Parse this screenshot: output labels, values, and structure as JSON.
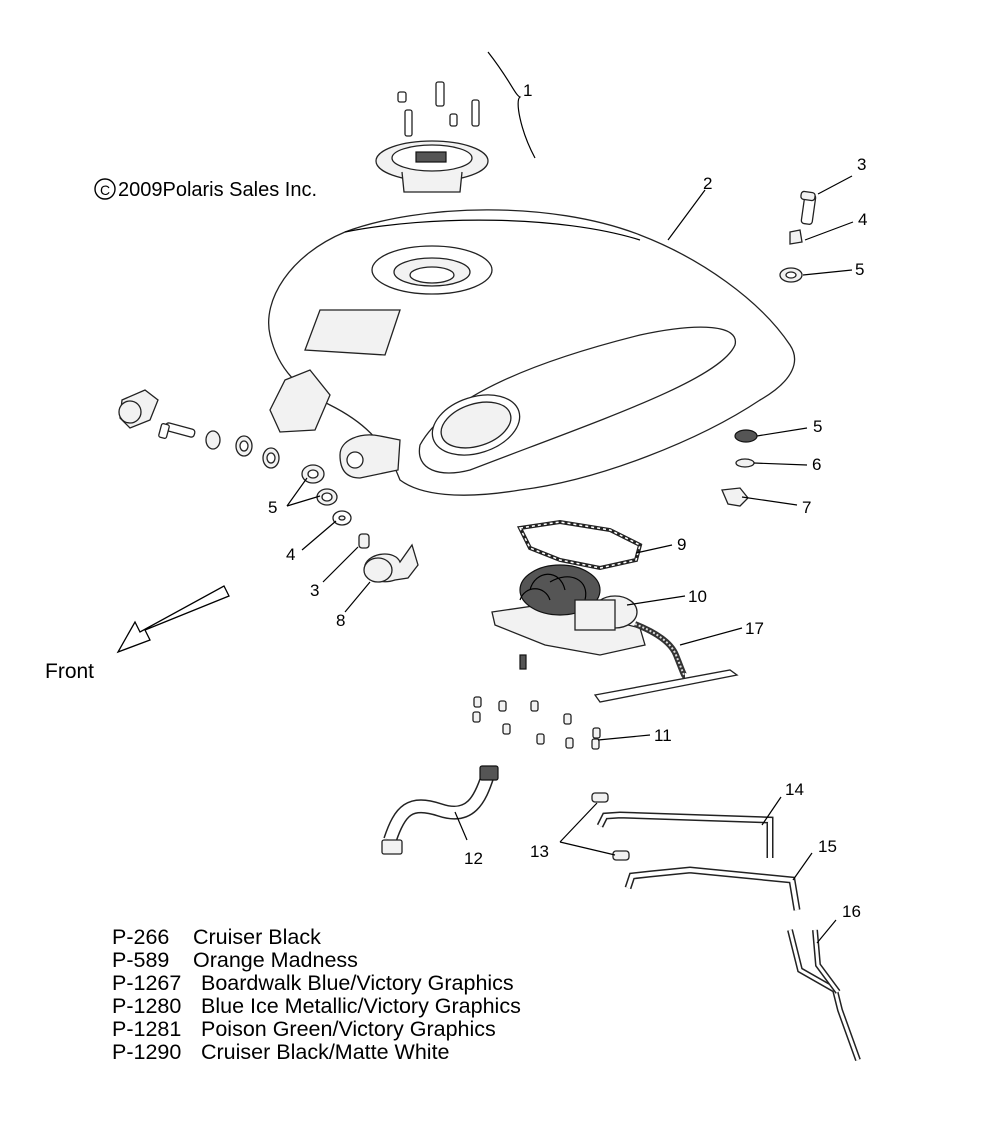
{
  "copyright": "2009Polaris Sales Inc.",
  "copyright_symbol": "C",
  "front_label": "Front",
  "callouts": {
    "c1": "1",
    "c2": "2",
    "c3a": "3",
    "c4a": "4",
    "c5a": "5",
    "c5b": "5",
    "c6": "6",
    "c7": "7",
    "c5c": "5",
    "c4b": "4",
    "c3b": "3",
    "c8": "8",
    "c9": "9",
    "c10": "10",
    "c17": "17",
    "c11": "11",
    "c14": "14",
    "c15": "15",
    "c12": "12",
    "c13": "13",
    "c16": "16"
  },
  "paint_codes": [
    {
      "code": "P-266",
      "name": "Cruiser Black"
    },
    {
      "code": "P-589",
      "name": "Orange Madness"
    },
    {
      "code": "P-1267",
      "name": "Boardwalk Blue/Victory Graphics"
    },
    {
      "code": "P-1280",
      "name": "Blue Ice Metallic/Victory Graphics"
    },
    {
      "code": "P-1281",
      "name": "Poison Green/Victory Graphics"
    },
    {
      "code": "P-1290",
      "name": "Cruiser Black/Matte White"
    }
  ]
}
